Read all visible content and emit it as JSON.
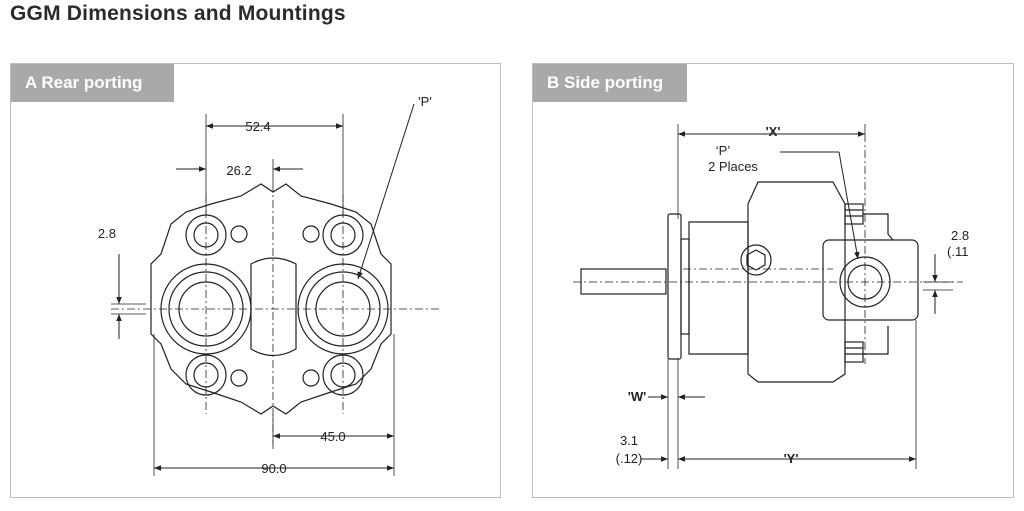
{
  "title": "GGM Dimensions and Mountings",
  "panels": {
    "rear": {
      "tab": "A Rear porting",
      "dim_52_4": "52.4",
      "dim_26_2": "26.2",
      "dim_2_8": "2.8",
      "dim_45_0": "45.0",
      "dim_90_0": "90.0",
      "port_label": "'P'"
    },
    "side": {
      "tab": "B Side porting",
      "dim_x": "'X'",
      "port_label": "‘P’",
      "port_places": "2 Places",
      "dim_2_8": "2.8",
      "dim_011": "(.11",
      "dim_w": "'W'",
      "dim_3_1": "3.1",
      "dim_012": "(.12)",
      "dim_y": "'Y'"
    }
  },
  "colors": {
    "tab_bg": "#a7a9ab",
    "line": "#222222",
    "border": "#bdbdbd"
  }
}
